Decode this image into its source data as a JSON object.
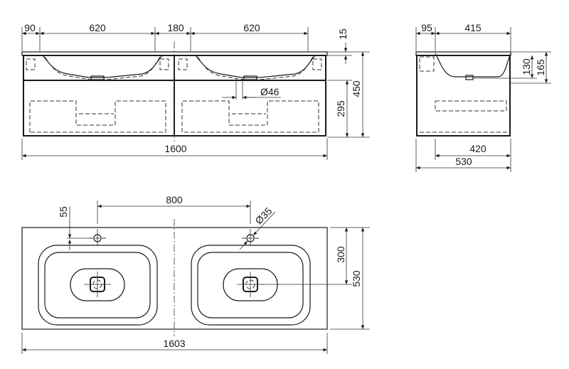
{
  "front_view": {
    "dims": {
      "left_margin": "90",
      "basin_width_left": "620",
      "gap": "180",
      "basin_width_right": "620",
      "top_thickness": "15",
      "drawer_height": "295",
      "total_height": "450",
      "total_width": "1600",
      "drain_diameter": "Ø46"
    }
  },
  "side_view": {
    "dims": {
      "back_offset": "95",
      "basin_depth": "415",
      "basin_height": "130",
      "top_height": "165",
      "inner_depth": "420",
      "total_depth": "530"
    }
  },
  "top_view": {
    "dims": {
      "tap_spacing": "800",
      "tap_offset": "55",
      "tap_hole_diameter": "Ø35",
      "drain_offset": "300",
      "depth": "530",
      "width": "1603"
    }
  }
}
